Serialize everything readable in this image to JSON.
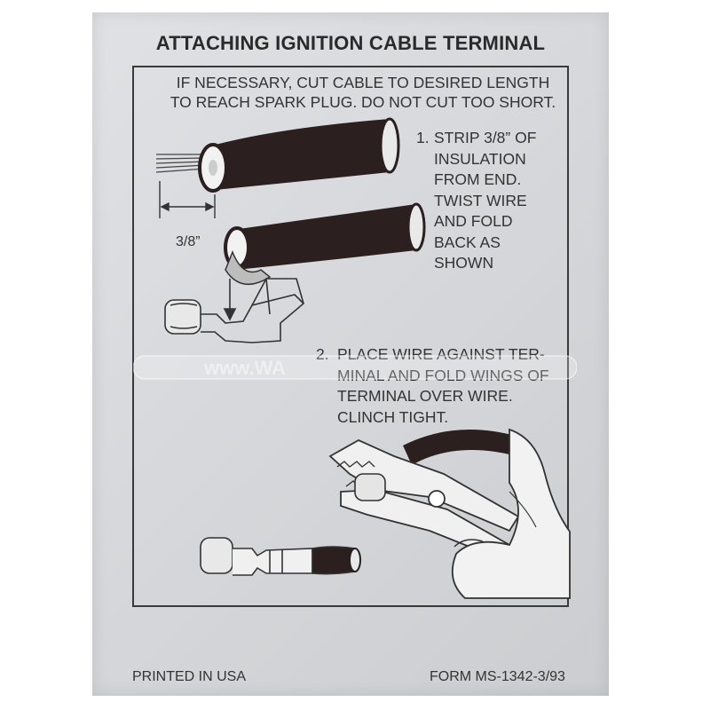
{
  "document": {
    "title": "ATTACHING IGNITION CABLE TERMINAL",
    "intro": [
      "IF NECESSARY, CUT CABLE TO DESIRED LENGTH",
      "TO REACH SPARK PLUG. DO NOT CUT TOO SHORT."
    ],
    "step1": {
      "number": "1.",
      "lines": [
        "STRIP 3/8” OF",
        "INSULATION",
        "FROM  END.",
        "TWIST WIRE",
        "AND FOLD",
        "BACK AS",
        "SHOWN"
      ]
    },
    "step2": {
      "number": "2.",
      "lines": [
        "PLACE WIRE  AGAINST TER-",
        "MINAL AND FOLD WINGS OF",
        "TERMINAL OVER WIRE.",
        "CLINCH TIGHT."
      ]
    },
    "dimension_label": "3/8”",
    "footer_left": "PRINTED IN USA",
    "footer_right": "FORM MS-1342-3/93"
  },
  "colors": {
    "card": "#d8dadd",
    "ink": "#333333",
    "cable": "#2b1f1f"
  },
  "watermark": {
    "text": "www.WA"
  }
}
